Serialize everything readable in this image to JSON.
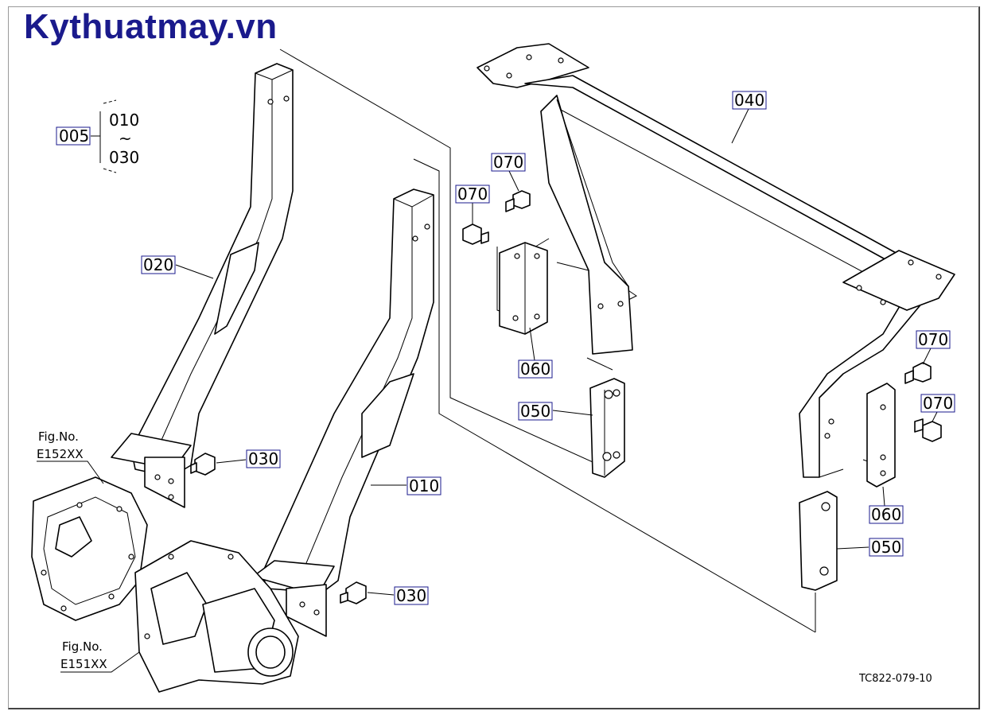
{
  "brand": "Kythuatmay.vn",
  "group_label": {
    "code": "005",
    "from": "010",
    "tilde": "~",
    "to": "030"
  },
  "callouts": {
    "c010": "010",
    "c020": "020",
    "c030a": "030",
    "c030b": "030",
    "c040": "040",
    "c050a": "050",
    "c050b": "050",
    "c060a": "060",
    "c060b": "060",
    "c070a": "070",
    "c070b": "070",
    "c070c": "070",
    "c070d": "070"
  },
  "fig_refs": {
    "fig1_title": "Fig.No.",
    "fig1_code": "E152XX",
    "fig2_title": "Fig.No.",
    "fig2_code": "E151XX"
  },
  "drawing_code": "TC822-079-10"
}
